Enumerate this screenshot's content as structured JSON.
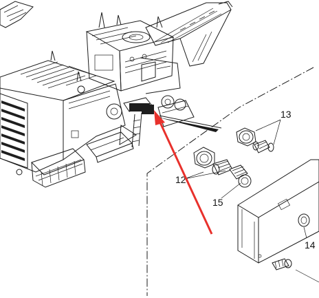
{
  "callouts": [
    {
      "id": "13",
      "label": "13"
    },
    {
      "id": "12",
      "label": "12"
    },
    {
      "id": "15",
      "label": "15"
    },
    {
      "id": "14",
      "label": "14"
    }
  ],
  "colors": {
    "line": "#1a1a1a",
    "pointer_arrow": "#e8312c",
    "background": "#ffffff"
  }
}
